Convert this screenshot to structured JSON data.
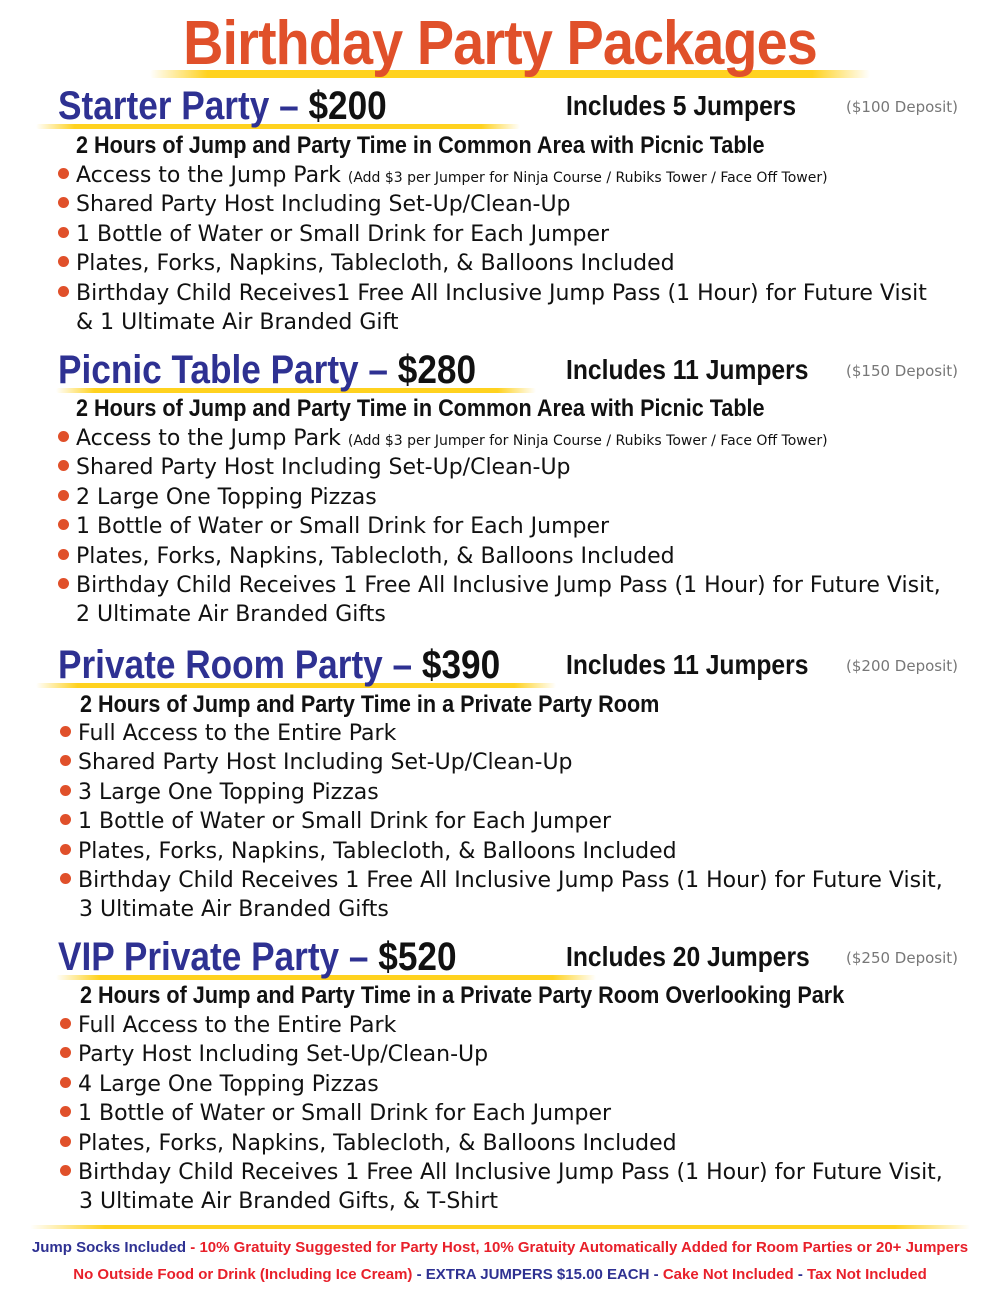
{
  "title": "Birthday Party Packages",
  "colors": {
    "title": "#e0502a",
    "heading": "#2e3192",
    "bullet": "#e0502a",
    "accent_bar": "#ffd21f",
    "footer_red": "#e8202a"
  },
  "sections": [
    {
      "name": "Starter Party –",
      "price": "$200",
      "includes": "Includes 5 Jumpers",
      "deposit": "($100 Deposit)",
      "subheading": "2 Hours of Jump and Party Time in Common Area with Picnic Table",
      "items": [
        {
          "text": "Access to the Jump Park",
          "note": "(Add $3 per Jumper for Ninja Course / Rubiks Tower / Face Off Tower)"
        },
        {
          "text": "Shared Party Host Including Set-Up/Clean-Up"
        },
        {
          "text": "1 Bottle of Water or Small Drink for Each Jumper"
        },
        {
          "text": "Plates, Forks, Napkins, Tablecloth, & Balloons Included"
        },
        {
          "text": "Birthday Child Receives1 Free All Inclusive Jump Pass (1 Hour) for Future Visit",
          "cont": "& 1 Ultimate Air Branded Gift"
        }
      ]
    },
    {
      "name": "Picnic Table Party –",
      "price": "$280",
      "includes": "Includes 11 Jumpers",
      "deposit": "($150 Deposit)",
      "subheading": "2 Hours of Jump and Party Time in Common Area with Picnic Table",
      "items": [
        {
          "text": "Access to the Jump Park",
          "note": "(Add $3 per Jumper for Ninja Course / Rubiks Tower / Face Off Tower)"
        },
        {
          "text": "Shared Party Host Including Set-Up/Clean-Up"
        },
        {
          "text": "2 Large One Topping Pizzas"
        },
        {
          "text": "1 Bottle of Water or Small Drink for Each Jumper"
        },
        {
          "text": "Plates, Forks, Napkins, Tablecloth, & Balloons Included"
        },
        {
          "text": "Birthday Child Receives 1 Free All Inclusive Jump Pass (1 Hour) for Future Visit,",
          "cont": "2 Ultimate Air Branded Gifts"
        }
      ]
    },
    {
      "name": "Private Room Party –",
      "price": "$390",
      "includes": "Includes 11 Jumpers",
      "deposit": "($200 Deposit)",
      "subheading": "2 Hours of Jump and Party Time in a Private Party Room",
      "items": [
        {
          "text": "Full Access to the Entire Park"
        },
        {
          "text": "Shared Party Host Including Set-Up/Clean-Up"
        },
        {
          "text": "3 Large One Topping Pizzas"
        },
        {
          "text": "1 Bottle of Water or Small Drink for Each Jumper"
        },
        {
          "text": "Plates, Forks, Napkins, Tablecloth, & Balloons Included"
        },
        {
          "text": "Birthday Child Receives 1 Free All Inclusive Jump Pass (1 Hour) for Future Visit,",
          "cont": "3 Ultimate Air Branded Gifts"
        }
      ]
    },
    {
      "name": "VIP Private Party –",
      "price": "$520",
      "includes": "Includes 20 Jumpers",
      "deposit": "($250 Deposit)",
      "subheading": "2 Hours of Jump and Party Time in a Private Party Room Overlooking Park",
      "items": [
        {
          "text": "Full Access to the Entire Park"
        },
        {
          "text": "Party Host Including Set-Up/Clean-Up"
        },
        {
          "text": "4 Large One Topping Pizzas"
        },
        {
          "text": "1 Bottle of Water or Small Drink for Each Jumper"
        },
        {
          "text": "Plates, Forks, Napkins, Tablecloth, & Balloons Included"
        },
        {
          "text": "Birthday Child Receives 1 Free All Inclusive Jump Pass (1 Hour) for Future Visit,",
          "cont": "3 Ultimate Air Branded Gifts, & T-Shirt"
        }
      ]
    }
  ],
  "footer": {
    "line1": [
      {
        "text": "Jump Socks Included",
        "color": "blue"
      },
      {
        "text": " - 10% Gratuity Suggested for Party Host, 10% Gratuity Automatically Added for Room Parties or 20+ Jumpers",
        "color": "red"
      }
    ],
    "line2": [
      {
        "text": "No Outside Food or Drink (Including Ice Cream)",
        "color": "red"
      },
      {
        "text": " - ",
        "color": "blue"
      },
      {
        "text": "EXTRA JUMPERS $15.00 EACH",
        "color": "blue"
      },
      {
        "text": " - ",
        "color": "blue"
      },
      {
        "text": "Cake Not Included",
        "color": "red"
      },
      {
        "text": " - ",
        "color": "blue"
      },
      {
        "text": "Tax Not Included",
        "color": "red"
      }
    ]
  }
}
